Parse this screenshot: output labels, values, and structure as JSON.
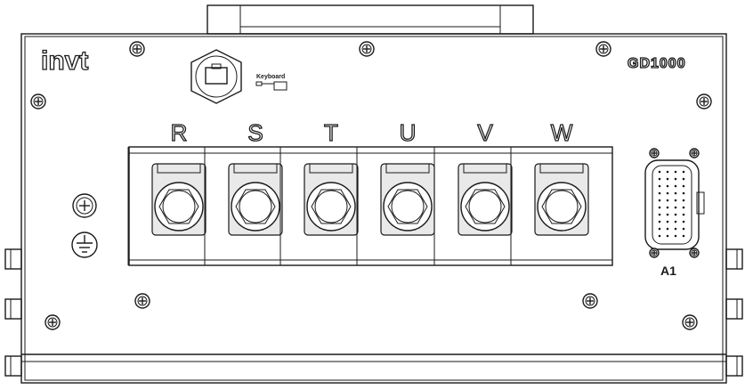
{
  "brand": {
    "logo_text": "invt",
    "model": "GD1000"
  },
  "keyboard_port": {
    "label": "Keyboard",
    "icon": "rj45-port-icon"
  },
  "terminals": [
    {
      "id": "R",
      "label": "R"
    },
    {
      "id": "S",
      "label": "S"
    },
    {
      "id": "T",
      "label": "T"
    },
    {
      "id": "U",
      "label": "U"
    },
    {
      "id": "V",
      "label": "V"
    },
    {
      "id": "W",
      "label": "W"
    }
  ],
  "control_connector": {
    "label": "A1"
  },
  "ground": {
    "icons": [
      "ground-screw-icon",
      "earth-ground-icon"
    ]
  },
  "colors": {
    "line": "#1a1a1a",
    "background": "#ffffff",
    "shade": "#e9e9e9"
  }
}
